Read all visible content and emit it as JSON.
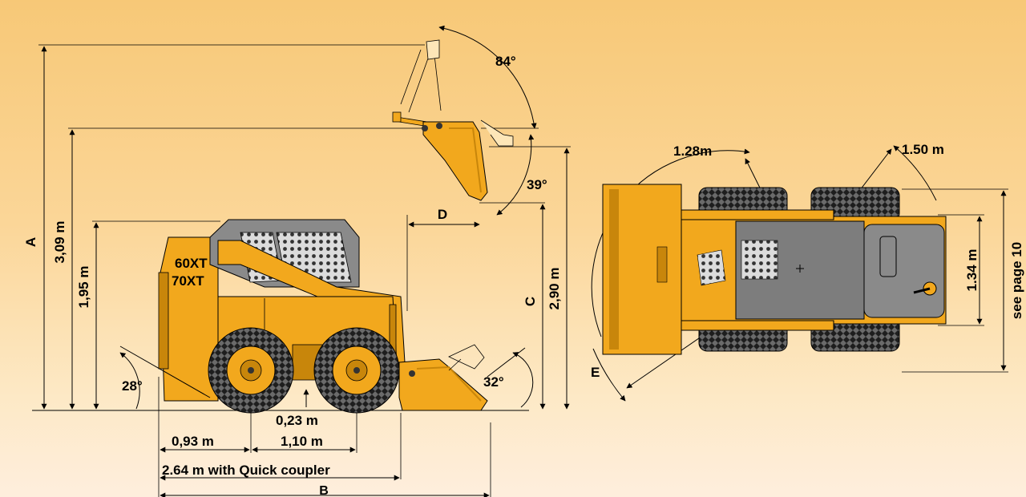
{
  "side_view": {
    "model_line1": "60XT",
    "model_line2": "70XT",
    "labels": {
      "A": "A",
      "A_value": "3,09 m",
      "hinge_height": "1,95 m",
      "C": "C",
      "C_value": "2,90 m",
      "D": "D",
      "dump_angle_top": "84°",
      "dump_angle": "39°",
      "rear_angle": "28°",
      "bucket_rollback": "32°",
      "ground_clearance": "0,23 m",
      "rear_overhang": "0,93 m",
      "wheelbase": "1,10 m",
      "length_quick_coupler": "2.64 m with Quick coupler",
      "B": "B"
    }
  },
  "top_view": {
    "labels": {
      "turning_front": "1.28m",
      "turning_rear": "1.50 m",
      "track_width": "1.34 m",
      "see_page": "see page 10",
      "E": "E"
    }
  },
  "colors": {
    "machine_yellow": "#f2a81d",
    "machine_dark": "#c8860b",
    "cab_grey": "#8a8a8a",
    "tire": "#222222"
  }
}
